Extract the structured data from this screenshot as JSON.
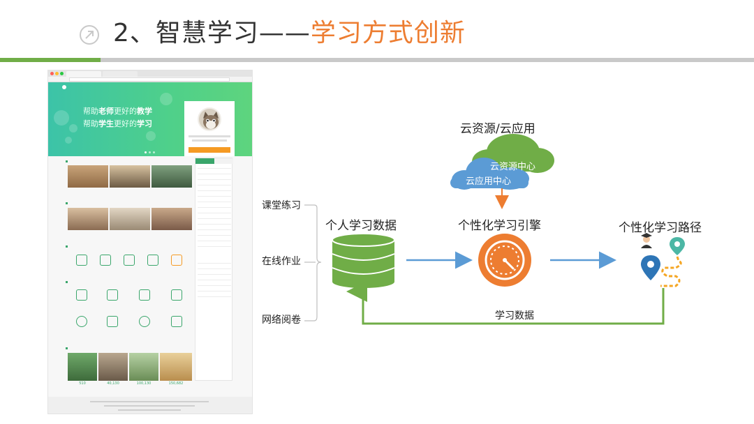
{
  "slide": {
    "title_prefix": "2、智慧学习——",
    "title_highlight": "学习方式创新",
    "colors": {
      "accent_orange": "#ED7D31",
      "accent_green": "#70AD47",
      "rule_gray": "#C9C9C9",
      "arrow_blue": "#5B9BD5"
    }
  },
  "screenshot": {
    "hero_line1_a": "帮助",
    "hero_line1_b": "老师",
    "hero_line1_c": "更好的",
    "hero_line1_d": "教学",
    "hero_line2_a": "帮助",
    "hero_line2_b": "学生",
    "hero_line2_c": "更好的",
    "hero_line2_d": "学习",
    "stats": [
      "510",
      "40,130",
      "100,130",
      "150,682"
    ]
  },
  "diagram": {
    "inputs": [
      "课堂练习",
      "在线作业",
      "网络阅卷"
    ],
    "data_label": "个人学习数据",
    "cloud_header": "云资源/云应用",
    "cloud_resource": "云资源中心",
    "cloud_app": "云应用中心",
    "engine_label": "个性化学习引擎",
    "path_label": "个性化学习路径",
    "feedback_label": "学习数据"
  }
}
